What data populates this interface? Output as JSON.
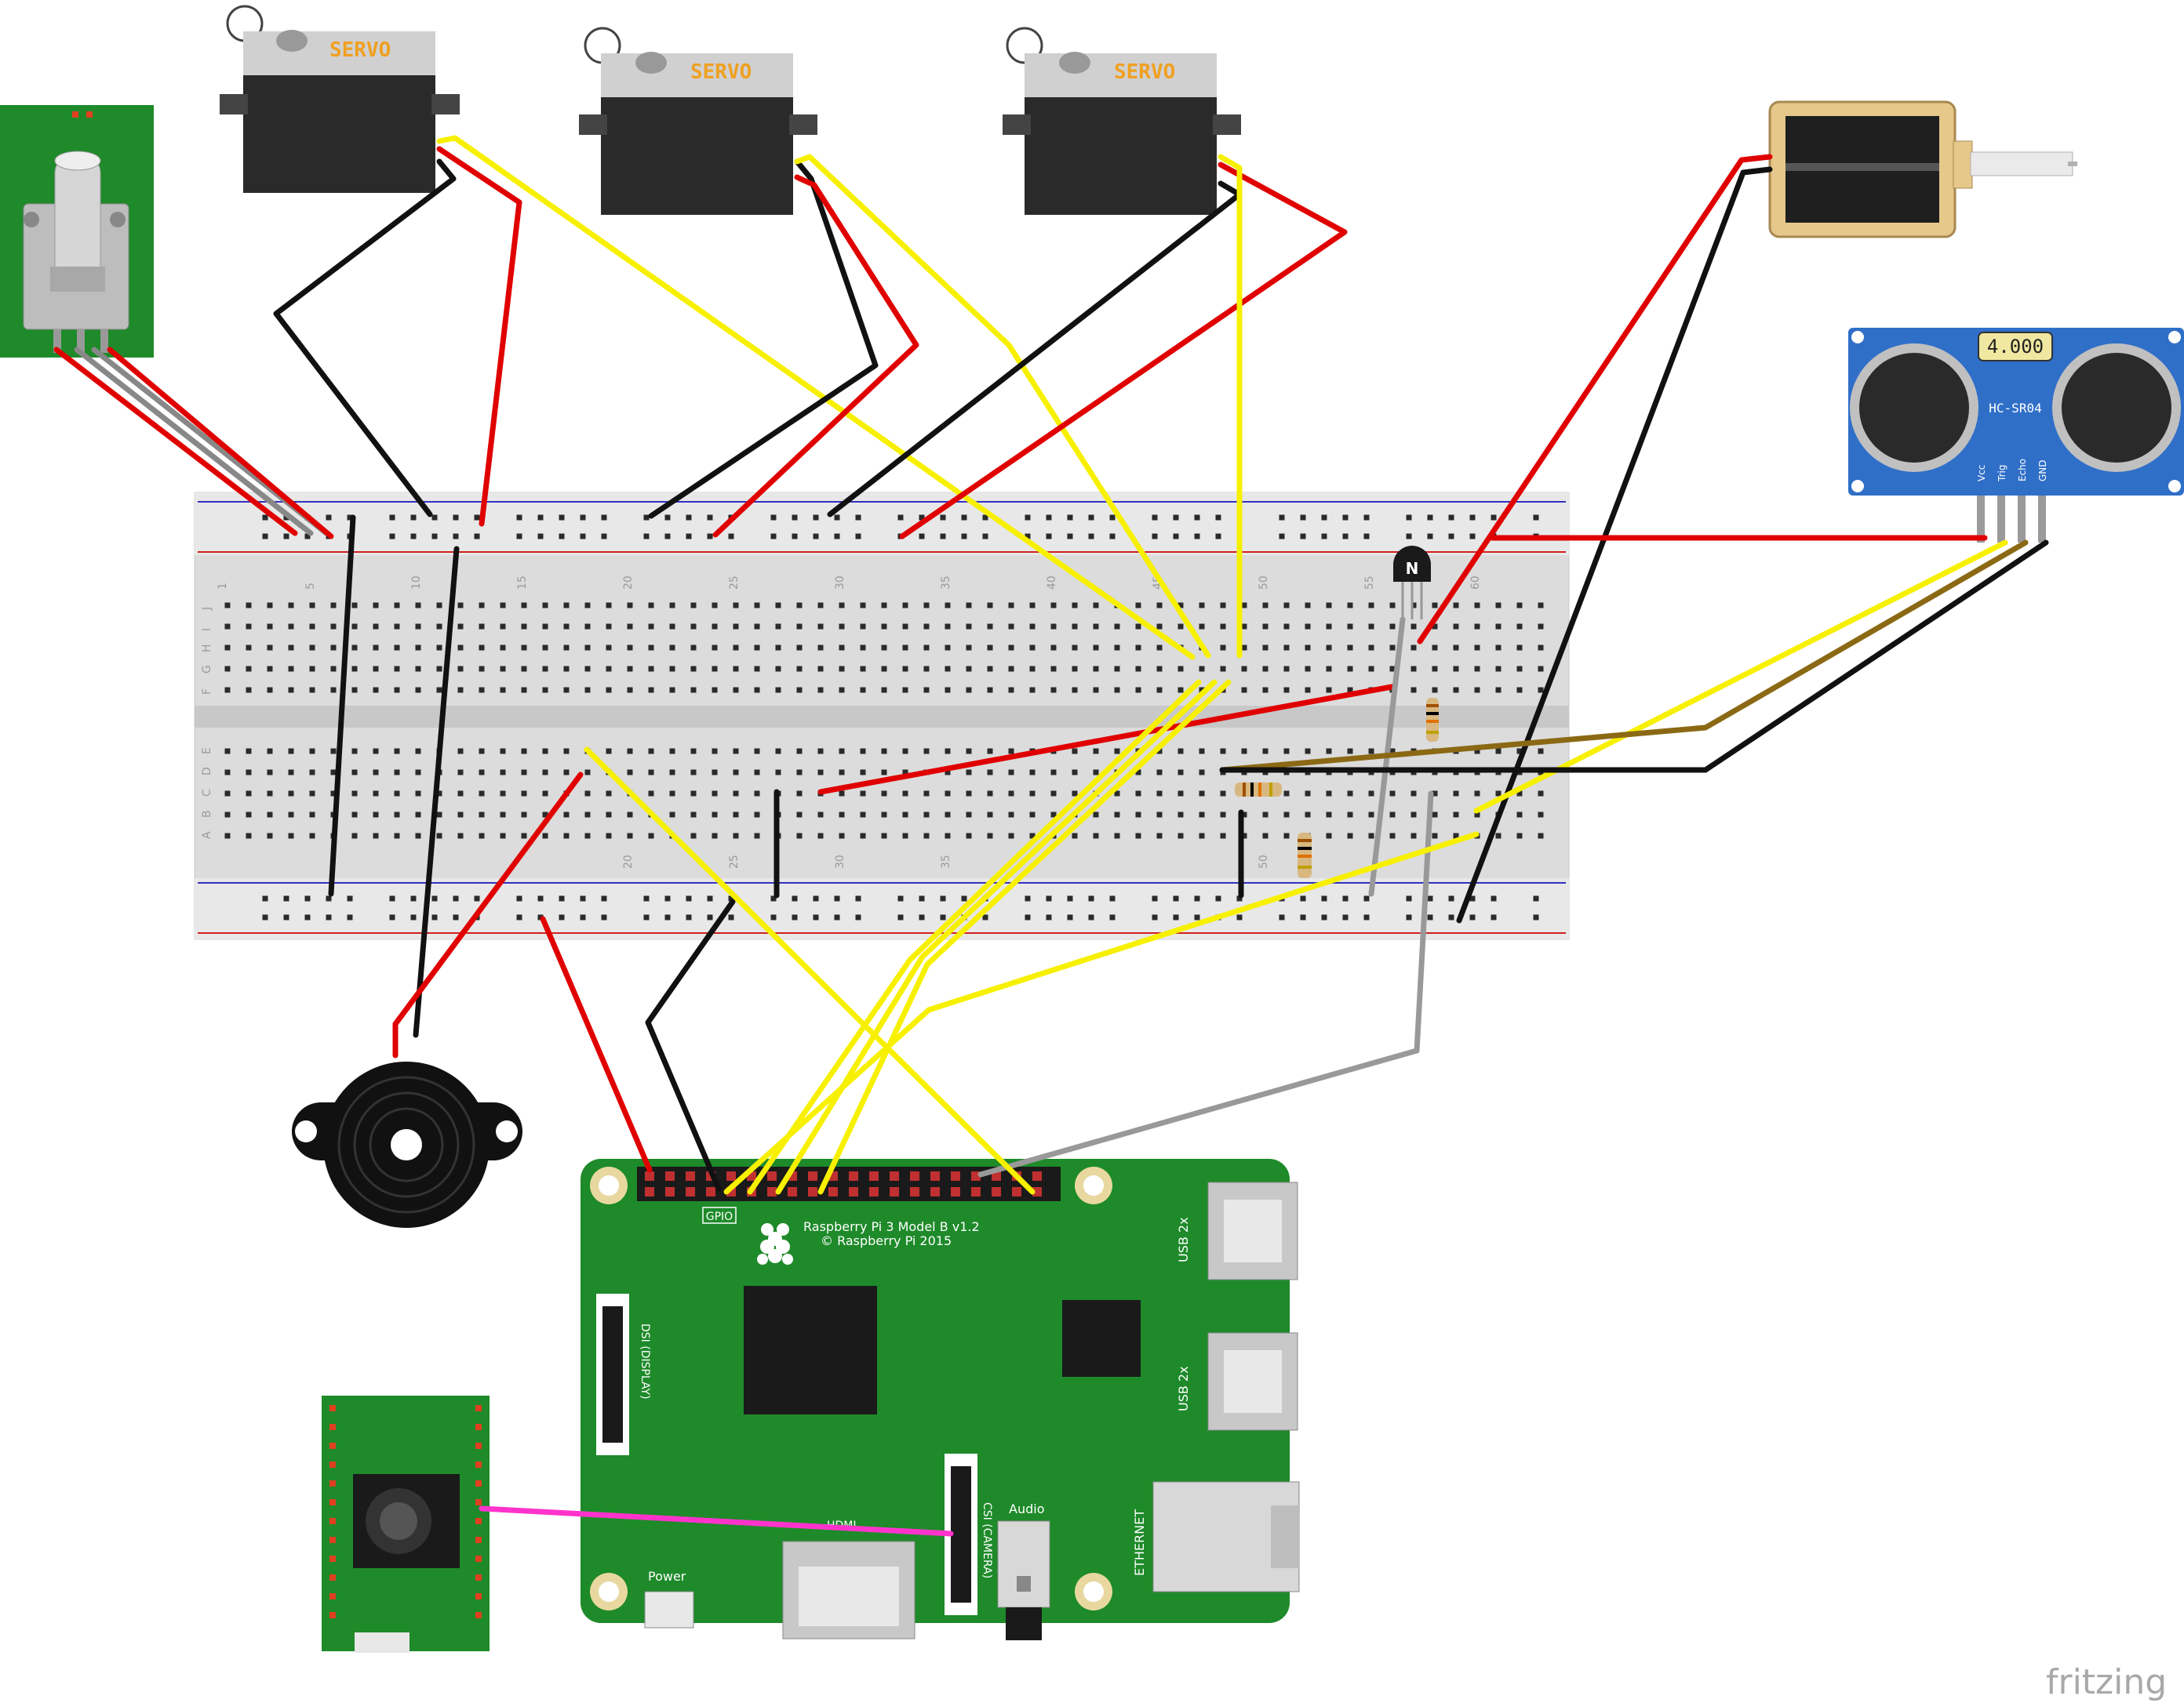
{
  "servo": {
    "label": "SERVO"
  },
  "ultrasonic": {
    "display": "4.000",
    "model": "HC-SR04",
    "pins": [
      "Vcc",
      "Trig",
      "Echo",
      "GND"
    ]
  },
  "transistor": {
    "label": "N"
  },
  "breadboard": {
    "row_letters_top": [
      "J",
      "I",
      "H",
      "G",
      "F"
    ],
    "row_letters_bottom": [
      "E",
      "D",
      "C",
      "B",
      "A"
    ],
    "column_numbers": [
      "1",
      "5",
      "10",
      "15",
      "20",
      "25",
      "30",
      "35",
      "40",
      "45",
      "50",
      "55",
      "60"
    ]
  },
  "pi": {
    "model_line": "Raspberry Pi 3 Model B v1.2",
    "copyright_line": "© Raspberry Pi 2015",
    "gpio_label": "GPIO",
    "usb_label_1": "USB 2x",
    "usb_label_2": "USB 2x",
    "ethernet_label": "ETHERNET",
    "audio_label": "Audio",
    "dsi_label": "DSI (DISPLAY)",
    "csi_label": "CSI (CAMERA)",
    "hdmi_label": "HDMI",
    "power_label": "Power"
  },
  "watermark": "fritzing",
  "colors": {
    "wire_red": "#e00000",
    "wire_black": "#111111",
    "wire_yellow": "#f7f000",
    "wire_brown": "#8b6914",
    "wire_gray": "#9a9a9a",
    "wire_magenta": "#ff33cc",
    "pcb_green": "#1e8a2a",
    "sensor_blue": "#2f6fc8",
    "servo_label": "#f0a020"
  }
}
